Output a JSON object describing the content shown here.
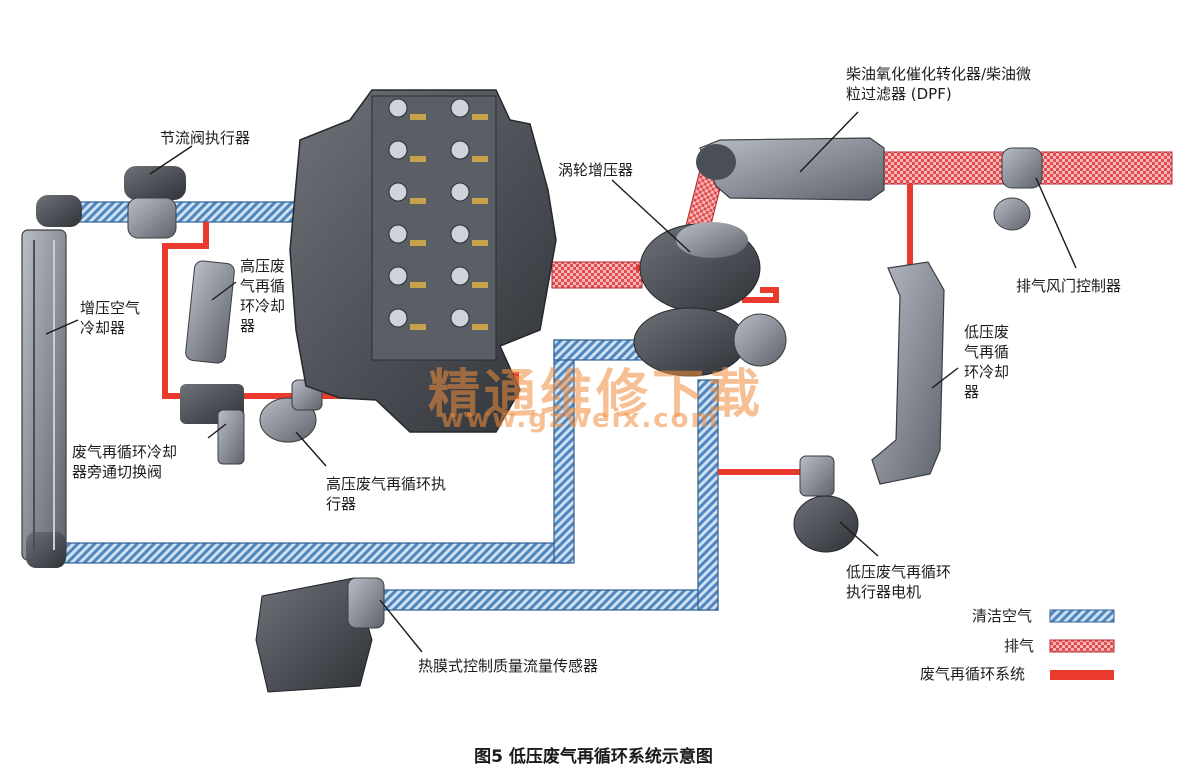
{
  "diagram": {
    "labels": {
      "throttle_actuator": "节流阀执行器",
      "dpf_line1": "柴油氧化催化转化器/柴油微",
      "dpf_line2": "粒过滤器 (DPF)",
      "turbocharger": "涡轮增压器",
      "hp_cooler_l1": "高压废",
      "hp_cooler_l2": "气再循",
      "hp_cooler_l3": "环冷却",
      "hp_cooler_l4": "器",
      "charge_cooler_l1": "增压空气",
      "charge_cooler_l2": "冷却器",
      "exhaust_flap": "排气风门控制器",
      "lp_cooler_l1": "低压废",
      "lp_cooler_l2": "气再循",
      "lp_cooler_l3": "环冷却",
      "lp_cooler_l4": "器",
      "bypass_valve_l1": "废气再循环冷却",
      "bypass_valve_l2": "器旁通切换阀",
      "hp_actuator_l1": "高压废气再循环执",
      "hp_actuator_l2": "行器",
      "lp_actuator_l1": "低压废气再循环",
      "lp_actuator_l2": "执行器电机",
      "maf_sensor": "热膜式控制质量流量传感器"
    },
    "legend": {
      "clean_air": "清洁空气",
      "exhaust": "排气",
      "egr": "废气再循环系统"
    },
    "watermark": {
      "cn": "精通维修下载",
      "url": "www.gzweix.com"
    },
    "caption": "图5  低压废气再循环系统示意图",
    "colors": {
      "clean_air": "#5b8fc0",
      "exhaust": "#e3474c",
      "egr": "#ea3a2e",
      "component": "#8a8f96"
    }
  }
}
